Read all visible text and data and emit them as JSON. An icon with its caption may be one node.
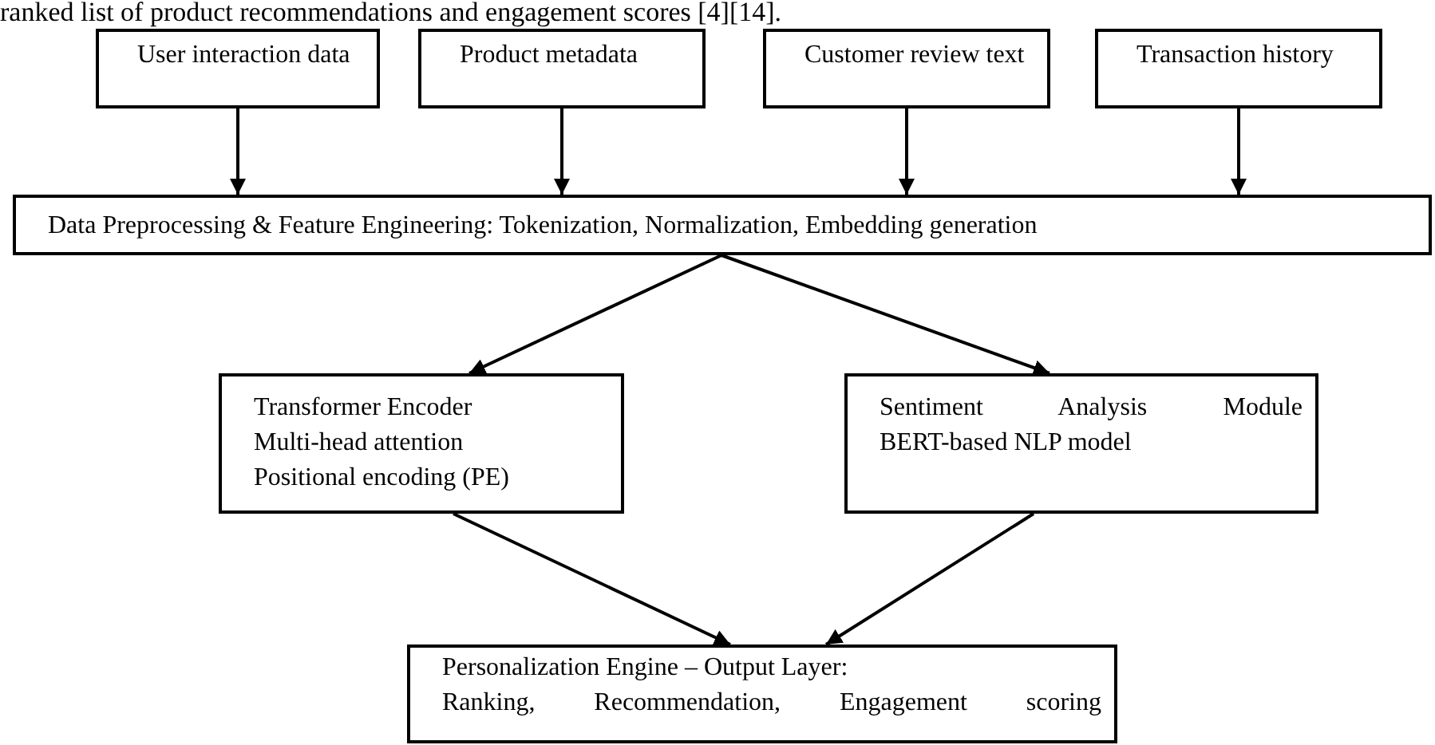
{
  "diagram": {
    "nodes": [
      {
        "text": [
          "User interaction data"
        ]
      },
      {
        "text": [
          "Product metadata"
        ]
      },
      {
        "text": [
          "Customer review text"
        ]
      },
      {
        "text": [
          "Transaction history"
        ]
      },
      {
        "text": [
          "Data Preprocessing & Feature Engineering: Tokenization, Normalization, Embedding generation"
        ]
      },
      {
        "text": [
          "Transformer Encoder",
          "Multi-head attention",
          "Positional encoding (PE)"
        ]
      },
      {
        "text": [
          "Sentiment Analysis Module",
          "BERT-based NLP model"
        ]
      },
      {
        "text": [
          "Personalization Engine – Output Layer:",
          "Ranking, Recommendation, Engagement scoring"
        ]
      }
    ],
    "edges": [
      {
        "from": 0,
        "to": 4,
        "arrow": "to"
      },
      {
        "from": 1,
        "to": 4,
        "arrow": "to"
      },
      {
        "from": 2,
        "to": 4,
        "arrow": "to"
      },
      {
        "from": 3,
        "to": 4,
        "arrow": "to"
      },
      {
        "from": 4,
        "to": 5,
        "arrow": "to"
      },
      {
        "from": 4,
        "to": 6,
        "arrow": "to"
      },
      {
        "from": 5,
        "to": 7,
        "arrow": "to"
      },
      {
        "from": 6,
        "to": 7,
        "arrow": "to"
      }
    ],
    "labels": [
      "ranked list of product recommendations and engagement scores [4][14]."
    ]
  }
}
